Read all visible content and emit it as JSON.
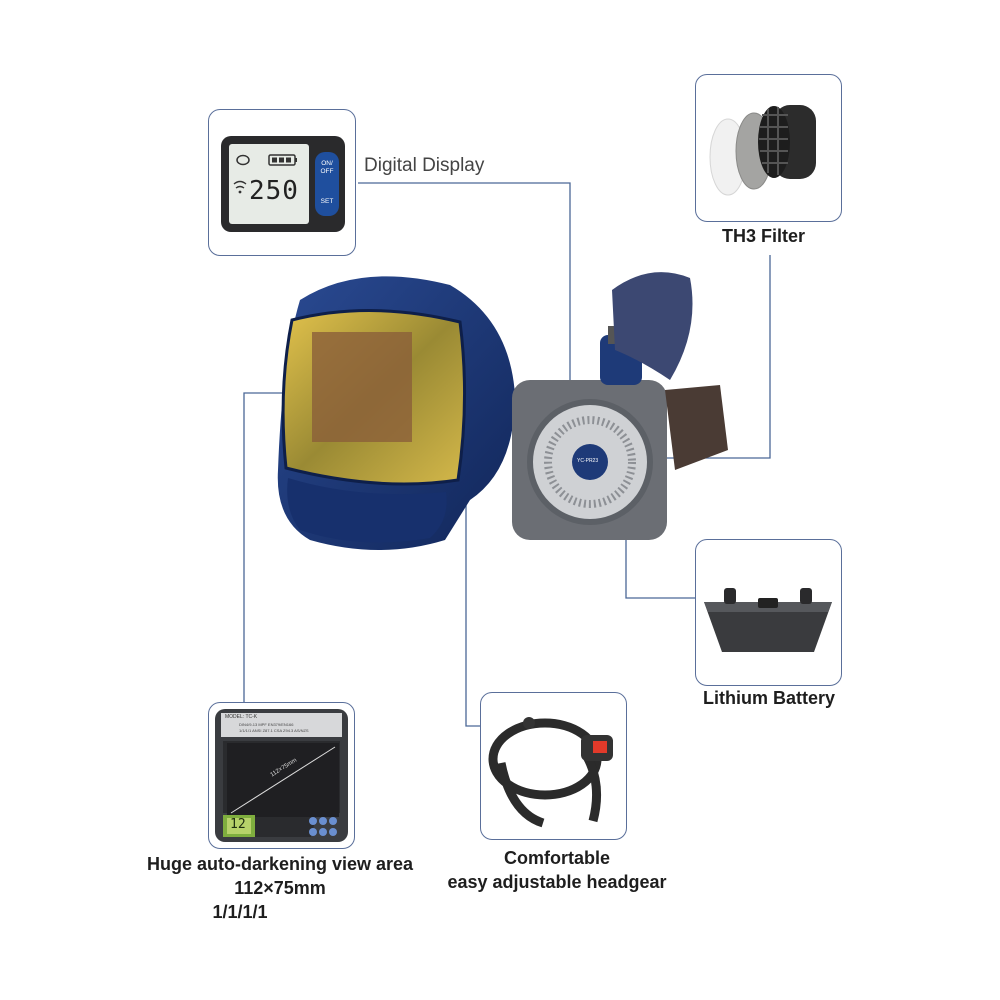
{
  "labels": {
    "digital_display": "Digital Display",
    "th3_filter": "TH3 Filter",
    "lithium_battery": "Lithium Battery",
    "view_area_line1": "Huge auto-darkening view area",
    "view_area_line2": "112×75mm",
    "view_area_line3": "1/1/1/1",
    "headgear_line1": "Comfortable",
    "headgear_line2": "easy adjustable headgear"
  },
  "display_panel": {
    "value": "250",
    "on_off": "ON/\nOFF",
    "on_label": "ON/",
    "off_label": "OFF",
    "set_label": "SET"
  },
  "filter_card": {
    "model": "MODEL: TC-K",
    "spec_line1": "DIN4/9-13 MPF EN379/EN166",
    "spec_line2": "1/1/1/1 ANSI Z87.1 CSA Z94.3 AS/NZS",
    "dimension": "112×75mm",
    "lcd_value": "12"
  },
  "blower_text": "YC-PR23",
  "colors": {
    "callout_line": "#4a6796",
    "box_border": "#5a6f9a",
    "helmet_blue": "#1e3a78",
    "visor_gold": "#c9a93a",
    "blower_gray": "#6b6e74",
    "hood_blue": "#3c4872"
  }
}
